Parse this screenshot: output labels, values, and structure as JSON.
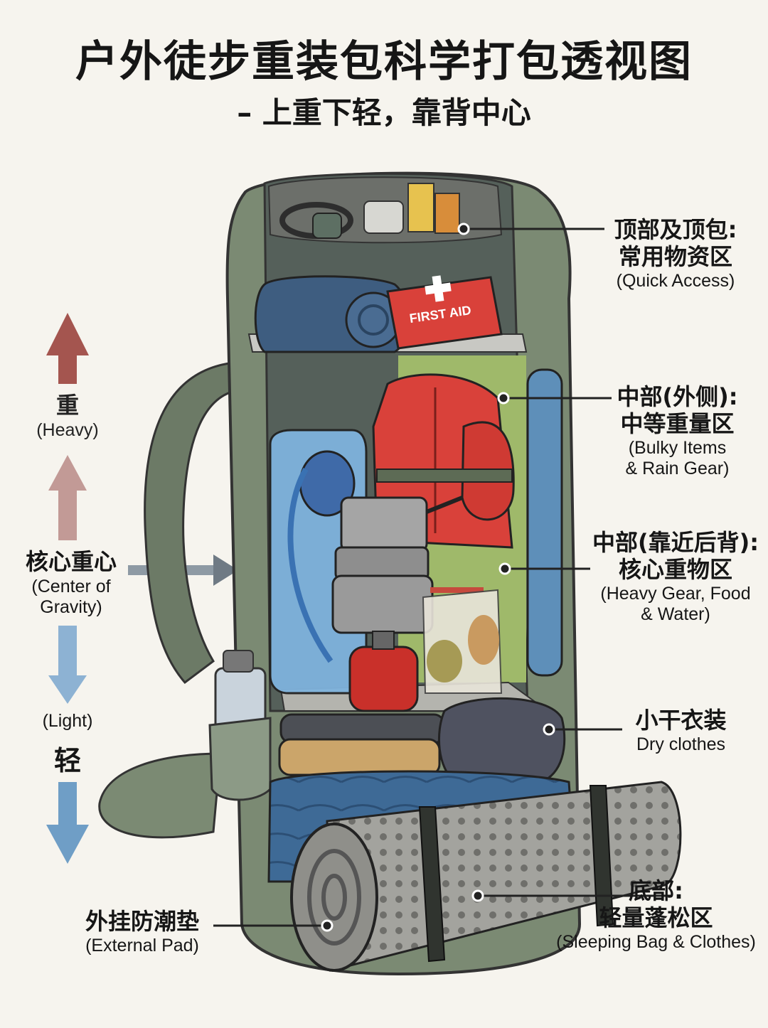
{
  "title": "户外徒步重装包科学打包透视图",
  "subtitle": "– 上重下轻，靠背中心",
  "left_axis": {
    "heavy_zh": "重",
    "heavy_en": "(Heavy)",
    "center_zh": "核心重心",
    "center_en_1": "(Center of",
    "center_en_2": "Gravity)",
    "light_en": "(Light)",
    "light_zh": "轻",
    "colors": {
      "heavy": "#a4554f",
      "light": "#6f9ec6"
    }
  },
  "callouts": {
    "top": {
      "zh_1": "顶部及顶包:",
      "zh_2": "常用物资区",
      "en": "(Quick Access)"
    },
    "mid_outer": {
      "zh_1": "中部(外侧):",
      "zh_2": "中等重量区",
      "en_1": "(Bulky Items",
      "en_2": "& Rain Gear)"
    },
    "mid_back": {
      "zh_1": "中部(靠近后背):",
      "zh_2": "核心重物区",
      "en_1": "(Heavy Gear, Food",
      "en_2": "& Water)"
    },
    "dry": {
      "zh": "小干衣装",
      "en": "Dry clothes"
    },
    "bottom": {
      "zh_1": "底部:",
      "zh_2": "轻量蓬松区",
      "en": "(Sleeping Bag & Clothes)"
    },
    "pad": {
      "zh": "外挂防潮垫",
      "en": "(External Pad)"
    }
  },
  "items": {
    "first_aid_text": "FIRST AID"
  },
  "colors": {
    "pack": "#7b8a73",
    "pack_dark": "#5a6653",
    "liner_green": "#9fb96a",
    "jacket_red": "#d9413a",
    "hydration_blue": "#7fb3dd",
    "sleeping_bag_blue": "#3e6a96",
    "pad_grey": "#9a9a96"
  }
}
